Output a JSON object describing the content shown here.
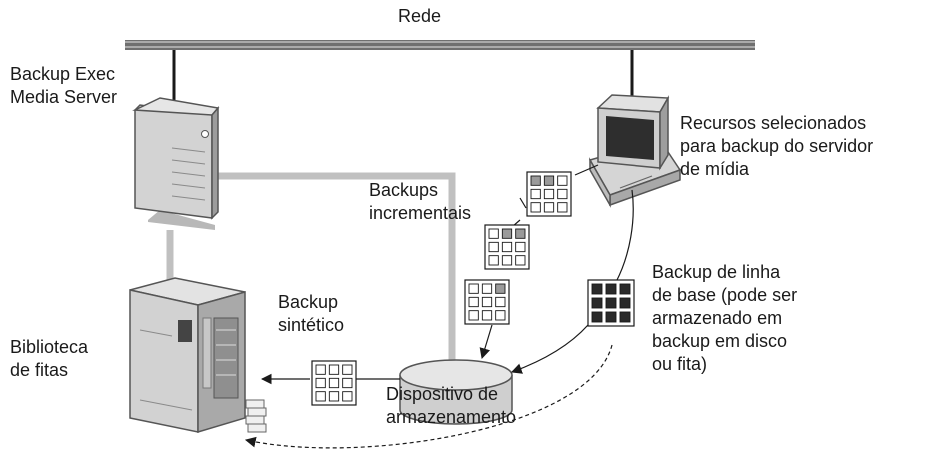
{
  "network": {
    "label": "Rede"
  },
  "media_server": {
    "label_lines": [
      "Backup Exec",
      "Media Server"
    ]
  },
  "selected_resources": {
    "label_lines": [
      "Recursos selecionados",
      "para backup do servidor",
      "de mídia"
    ]
  },
  "incremental_backups": {
    "label_lines": [
      "Backups",
      "incrementais"
    ]
  },
  "baseline_backup": {
    "label_lines": [
      "Backup de linha",
      "de base (pode ser",
      "armazenado em",
      "backup em disco",
      "ou fita)"
    ]
  },
  "synthetic_backup": {
    "label_lines": [
      "Backup",
      "sintético"
    ]
  },
  "tape_library": {
    "label_lines": [
      "Biblioteca",
      "de fitas"
    ]
  },
  "storage_device": {
    "label_lines": [
      "Dispositivo de",
      "armazenamento"
    ]
  },
  "colors": {
    "line_gray": "#c0c0c0",
    "network_bar": "#6f6f6f",
    "dark_block": "#2a2a2a",
    "cylinder": "#cfcfcf",
    "text": "#1a1a1a"
  },
  "icons": [
    "network-bar",
    "server-tower-icon",
    "workstation-icon",
    "tape-library-icon",
    "storage-cylinder-icon",
    "backup-grid-icon"
  ]
}
